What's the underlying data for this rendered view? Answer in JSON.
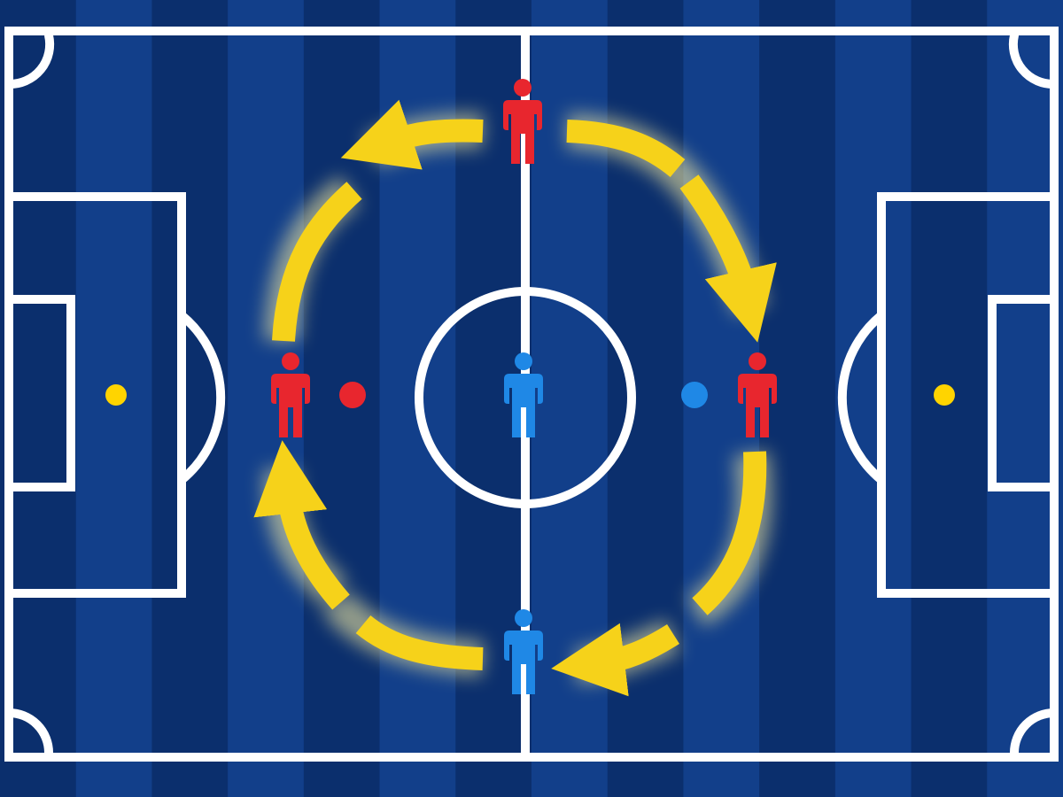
{
  "diagram": {
    "type": "soccer-tactical-rotation",
    "colors": {
      "stripe_dark": "#0b2f6d",
      "stripe_light": "#123f8a",
      "lines": "#ffffff",
      "arrows": "#f6d21a",
      "arrow_glow": "#fff3a0",
      "red_team": "#e8262e",
      "blue_team": "#1f88e6",
      "goal_spot": "#ffd400"
    },
    "players": [
      {
        "id": "red-top",
        "team": "red"
      },
      {
        "id": "red-left",
        "team": "red"
      },
      {
        "id": "red-right",
        "team": "red"
      },
      {
        "id": "blue-center",
        "team": "blue"
      },
      {
        "id": "blue-bottom",
        "team": "blue"
      }
    ],
    "markers": [
      {
        "id": "red-dot",
        "team": "red"
      },
      {
        "id": "blue-dot",
        "team": "blue"
      },
      {
        "id": "left-penalty-spot",
        "team": "goal"
      },
      {
        "id": "right-penalty-spot",
        "team": "goal"
      }
    ],
    "rotation_direction": "clockwise",
    "arrow_count": 4
  }
}
